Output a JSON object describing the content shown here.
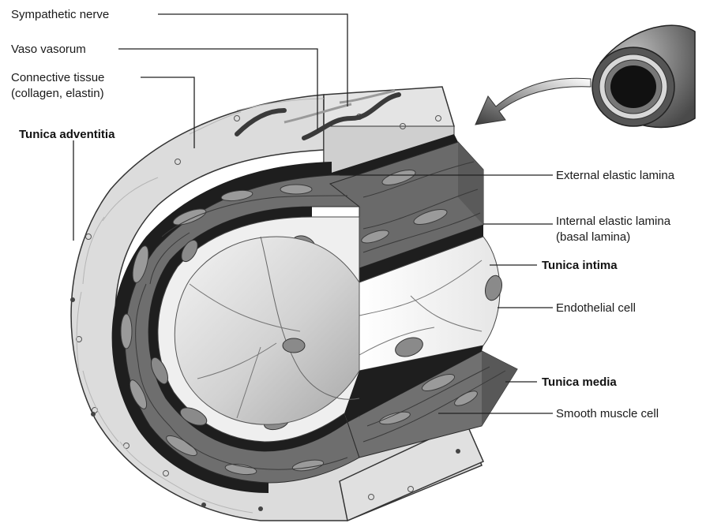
{
  "labels": {
    "sympathetic_nerve": "Sympathetic nerve",
    "vaso_vasorum": "Vaso vasorum",
    "connective_tissue_1": "Connective tissue",
    "connective_tissue_2": "(collagen, elastin)",
    "tunica_adventitia": "Tunica adventitia",
    "external_elastic_lamina": "External elastic lamina",
    "internal_elastic_lamina_1": "Internal elastic lamina",
    "internal_elastic_lamina_2": "(basal lamina)",
    "tunica_intima": "Tunica intima",
    "endothelial_cell": "Endothelial cell",
    "tunica_media": "Tunica media",
    "smooth_muscle_cell": "Smooth muscle cell"
  },
  "colors": {
    "adventitia": "#dcdcdc",
    "media": "#6e6e6e",
    "lamina": "#1e1e1e",
    "intima": "#f2f2f2",
    "lumen": "#d6d6d6",
    "vessel": "#3a3a3a"
  }
}
